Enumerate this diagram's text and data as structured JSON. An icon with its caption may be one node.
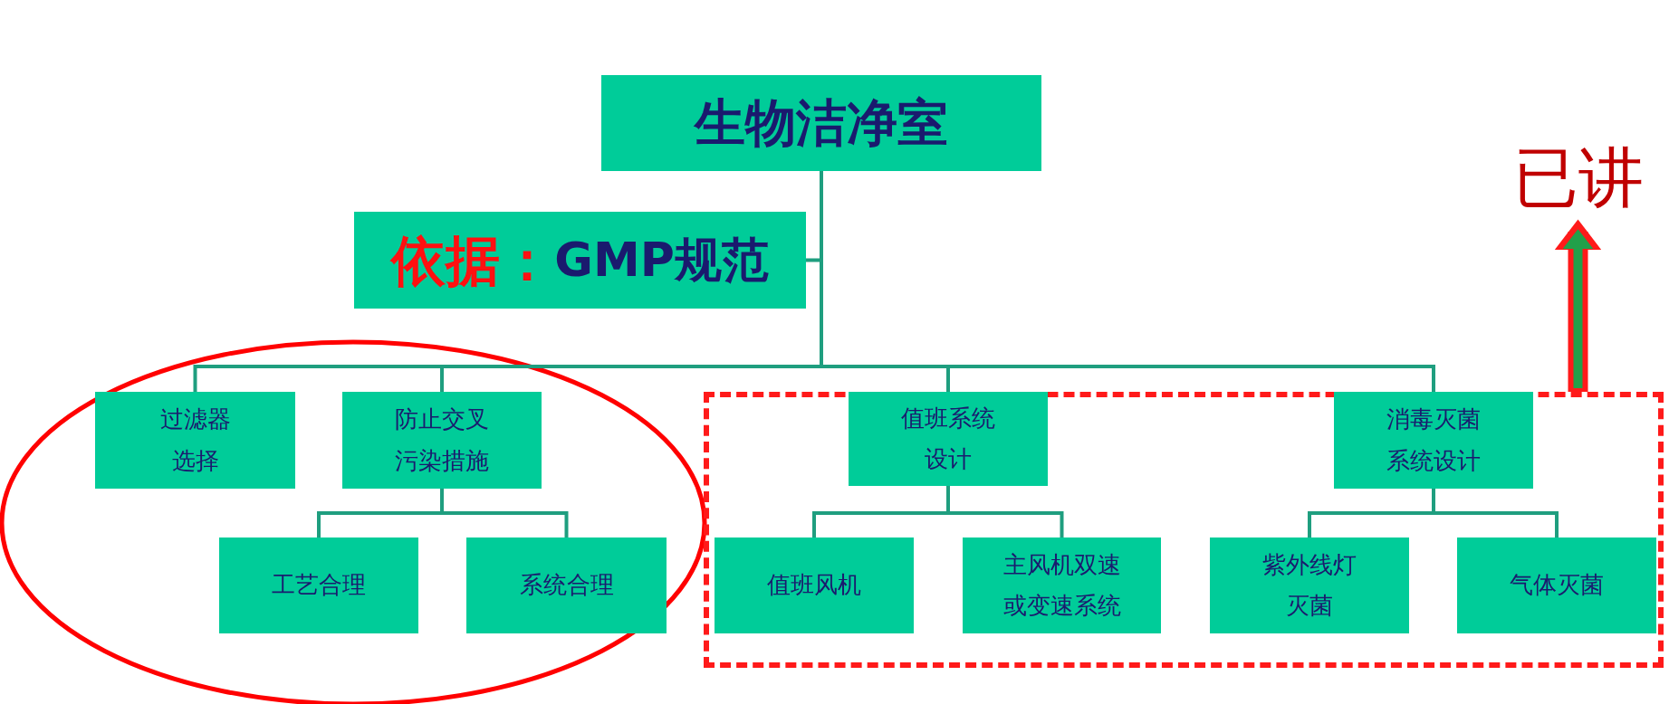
{
  "diagram": {
    "nodes": [
      {
        "text": [
          "生物洁净室"
        ]
      },
      {
        "text": [
          "依据：",
          "GMP规范"
        ]
      },
      {
        "text": [
          "过滤器选择"
        ]
      },
      {
        "text": [
          "防止交叉污染措施"
        ]
      },
      {
        "text": [],
        "shape": "box"
      },
      {
        "text": [
          "值班系统设计"
        ],
        "in": 4
      },
      {
        "text": [
          "消毒灭菌系统设计"
        ],
        "in": 4
      },
      {
        "text": [
          "工艺合理"
        ]
      },
      {
        "text": [
          "系统合理"
        ]
      },
      {
        "text": [
          "值班风机"
        ],
        "in": 4
      },
      {
        "text": [
          "主风机双速或变速系统"
        ],
        "in": 4
      },
      {
        "text": [
          "紫外线灯灭菌"
        ],
        "in": 4
      },
      {
        "text": [
          "气体灭菌"
        ],
        "in": 4
      },
      {
        "text": [
          "已讲"
        ]
      }
    ],
    "edges": [
      {
        "from": 0,
        "to": 1,
        "arrow": "none"
      },
      {
        "from": 0,
        "to": 2,
        "arrow": "none"
      },
      {
        "from": 0,
        "to": 3,
        "arrow": "none"
      },
      {
        "from": 0,
        "to": 5,
        "arrow": "none"
      },
      {
        "from": 0,
        "to": 6,
        "arrow": "none"
      },
      {
        "from": 3,
        "to": 7,
        "arrow": "none"
      },
      {
        "from": 3,
        "to": 8,
        "arrow": "none"
      },
      {
        "from": 5,
        "to": 9,
        "arrow": "none"
      },
      {
        "from": 5,
        "to": 10,
        "arrow": "none"
      },
      {
        "from": 6,
        "to": 11,
        "arrow": "none"
      },
      {
        "from": 6,
        "to": 12,
        "arrow": "none"
      },
      {
        "from": 4,
        "to": 13,
        "arrow": "to",
        "style": "thick",
        "color": "#22a04a"
      }
    ]
  }
}
